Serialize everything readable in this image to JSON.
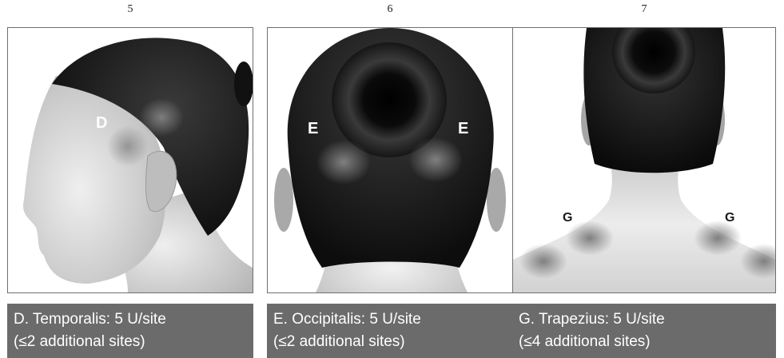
{
  "panels": [
    {
      "number": "5",
      "markers": [
        "D"
      ],
      "caption_line1": "D. Temporalis: 5 U/site",
      "caption_line2": "(≤2 additional sites)"
    },
    {
      "number": "6",
      "markers": [
        "E",
        "E"
      ],
      "caption_line1": "E. Occipitalis: 5 U/site",
      "caption_line2": "(≤2 additional sites)"
    },
    {
      "number": "7",
      "markers": [
        "G",
        "G"
      ],
      "caption_line1": "G. Trapezius: 5 U/site",
      "caption_line2": "(≤4 additional sites)"
    }
  ],
  "colors": {
    "caption_bg": "#6b6b6b",
    "caption_text": "#ffffff",
    "frame_border": "#6f6f6f",
    "hair": "#1a1a1a",
    "skin": "#d6d6d6",
    "injection_site": "#8a8a8a"
  }
}
